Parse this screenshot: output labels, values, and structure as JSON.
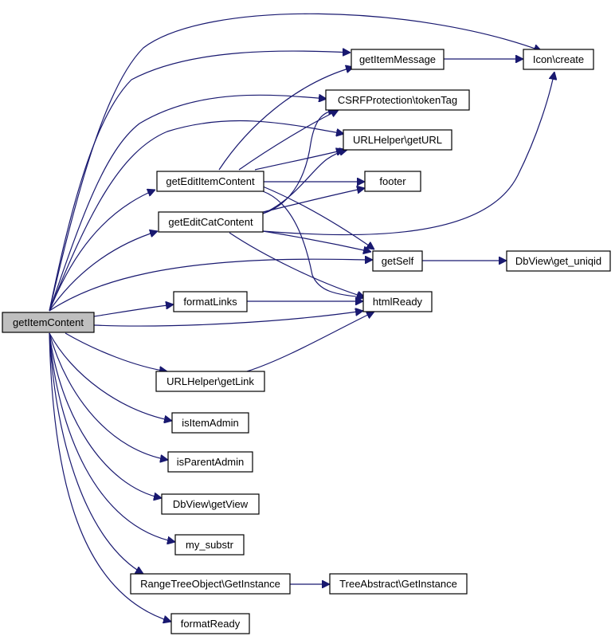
{
  "colors": {
    "edge": "#191970",
    "root_fill": "#bfbfbf",
    "node_fill": "#ffffff",
    "border": "#000000"
  },
  "nodes": {
    "getItemContent": "getItemContent",
    "getEditItemContent": "getEditItemContent",
    "getEditCatContent": "getEditCatContent",
    "formatLinks": "formatLinks",
    "urlGetLink": "URLHelper\\getLink",
    "isItemAdmin": "isItemAdmin",
    "isParentAdmin": "isParentAdmin",
    "dbGetView": "DbView\\getView",
    "mySubstr": "my_substr",
    "rangeTreeGetInstance": "RangeTreeObject\\GetInstance",
    "formatReady": "formatReady",
    "getItemMessage": "getItemMessage",
    "csrfTokenTag": "CSRFProtection\\tokenTag",
    "urlGetURL": "URLHelper\\getURL",
    "footer": "footer",
    "getSelf": "getSelf",
    "htmlReady": "htmlReady",
    "iconCreate": "Icon\\create",
    "dbGetUniqid": "DbView\\get_uniqid",
    "treeAbstractGetInstance": "TreeAbstract\\GetInstance"
  }
}
